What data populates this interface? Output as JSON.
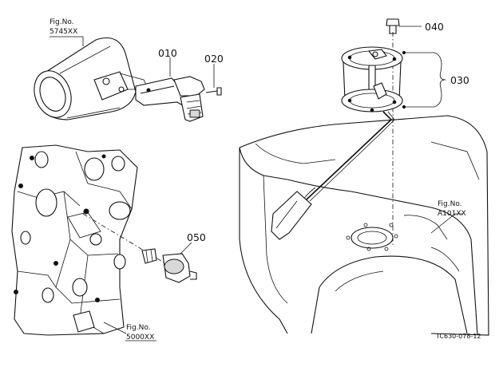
{
  "diagram": {
    "parts": [
      {
        "id": "p010",
        "number": "010"
      },
      {
        "id": "p020",
        "number": "020"
      },
      {
        "id": "p030",
        "number": "030"
      },
      {
        "id": "p040",
        "number": "040"
      },
      {
        "id": "p050",
        "number": "050"
      }
    ],
    "fig_refs": [
      {
        "id": "f5745",
        "line1": "Fig.No.",
        "line2": "5745XX"
      },
      {
        "id": "f5000",
        "line1": "Fig.No.",
        "line2": "5000XX"
      },
      {
        "id": "fA101",
        "line1": "Fig.No.",
        "line2": "A101XX"
      }
    ],
    "drawing_code": "TC630-078-12"
  }
}
